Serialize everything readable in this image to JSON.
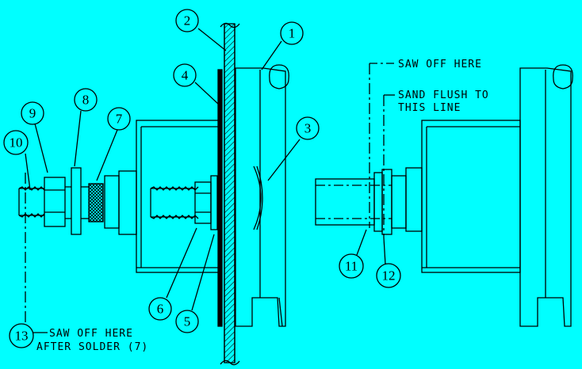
{
  "callouts": {
    "c1": "1",
    "c2": "2",
    "c3": "3",
    "c4": "4",
    "c5": "5",
    "c6": "6",
    "c7": "7",
    "c8": "8",
    "c9": "9",
    "c10": "10",
    "c11": "11",
    "c12": "12",
    "c13": "13"
  },
  "notes": {
    "saw_off_here": "SAW OFF HERE",
    "sand_flush_1": "SAND FLUSH TO",
    "sand_flush_2": "THIS LINE",
    "saw_after_1": "SAW OFF HERE",
    "saw_after_2": "AFTER SOLDER (7)"
  },
  "colors": {
    "background": "#00ffff",
    "ink": "#000000"
  }
}
